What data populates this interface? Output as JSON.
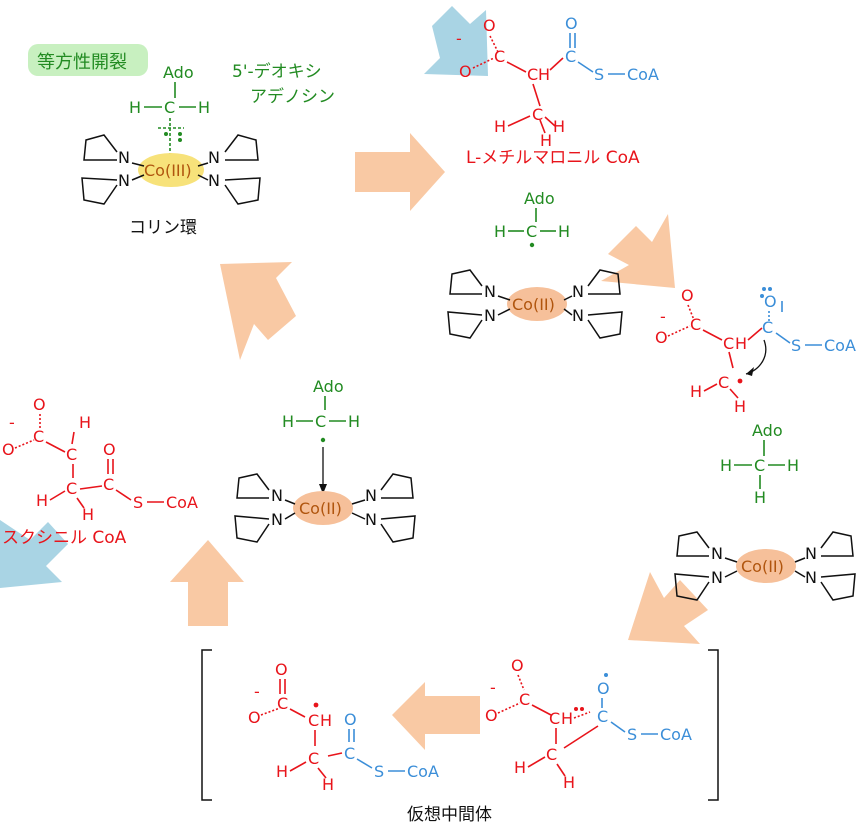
{
  "labels": {
    "homolysis": "等方性開裂",
    "deoxyadenosine_line1": "5'-デオキシ",
    "deoxyadenosine_line2": "アデノシン",
    "corrin": "コリン環",
    "methylmalonyl": "L-メチルマロニル CoA",
    "succinyl": "スクシニル CoA",
    "intermediate": "仮想中間体"
  },
  "atoms": {
    "ado": "Ado",
    "h": "H",
    "c": "C",
    "n": "N",
    "o": "O",
    "s": "S",
    "coa": "CoA",
    "minus": "-",
    "co3": "Co(III)",
    "co2": "Co(II)"
  },
  "colors": {
    "ado_green": "#228b22",
    "red": "#e8141b",
    "blue": "#3b8ed8",
    "arrow_peach": "#f9c9a4",
    "arrow_blue": "#a9d4e4",
    "co3_yellow": "#f7e27a",
    "co2_orange": "#f6c09a",
    "label_bubble": "#c8f0c0"
  }
}
